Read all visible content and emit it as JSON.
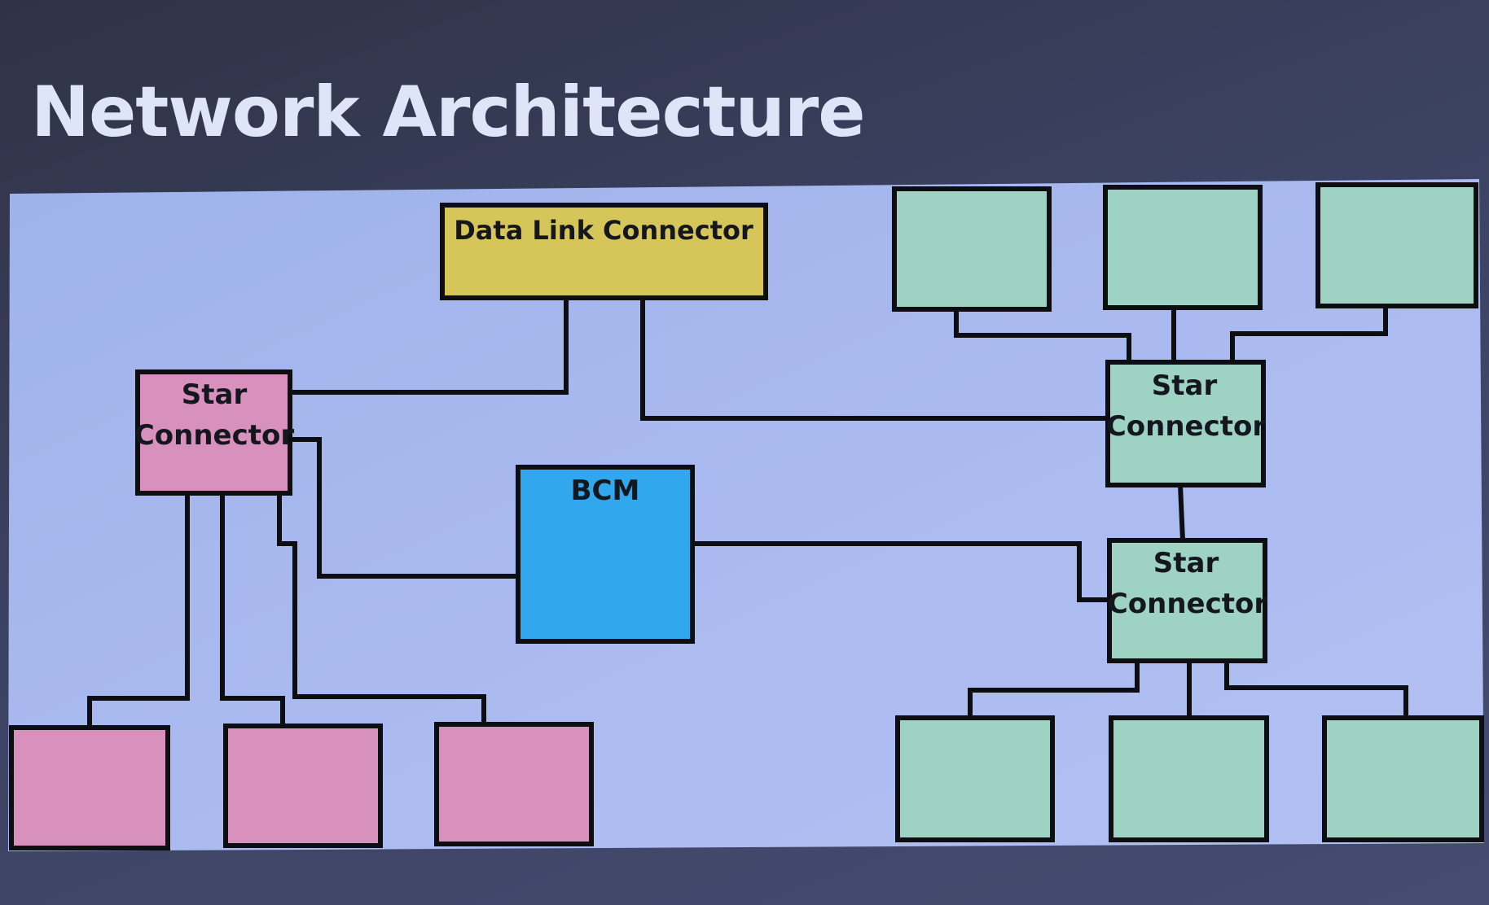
{
  "slide": {
    "title": "Network Architecture"
  },
  "colors": {
    "panel": "#a9b8ef",
    "line": "#0d0e12",
    "data_link": "#d6c65a",
    "bcm": "#31a8ee",
    "pink": "#d890bd",
    "green": "#9ed2c3"
  },
  "diagram": {
    "data_link_connector": {
      "label": "Data Link Connector"
    },
    "bcm": {
      "label": "BCM"
    },
    "star_connector_left": {
      "line1": "Star",
      "line2": "Connector"
    },
    "star_connector_right_top": {
      "line1": "Star",
      "line2": "Connector"
    },
    "star_connector_right_bottom": {
      "line1": "Star",
      "line2": "Connector"
    }
  }
}
